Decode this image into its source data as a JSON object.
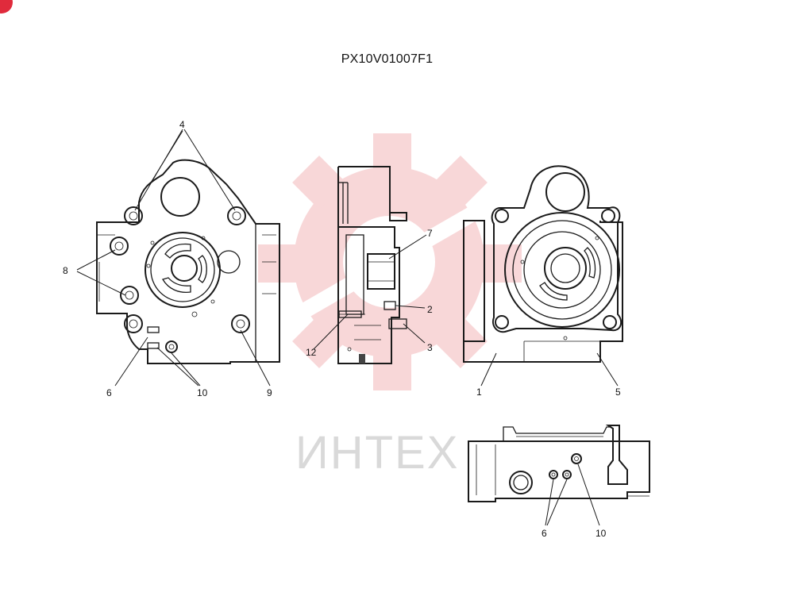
{
  "drawing": {
    "code": "PX10V01007F1"
  },
  "watermark": {
    "text": "ИНТЕХ",
    "color": "#e8a0a4"
  },
  "badge": {
    "color": "#e02b3c"
  },
  "callouts": {
    "c1": "1",
    "c2": "2",
    "c3": "3",
    "c4": "4",
    "c5": "5",
    "c6a": "6",
    "c6b": "6",
    "c7": "7",
    "c8": "8",
    "c9": "9",
    "c10a": "10",
    "c10b": "10",
    "c12": "12"
  }
}
